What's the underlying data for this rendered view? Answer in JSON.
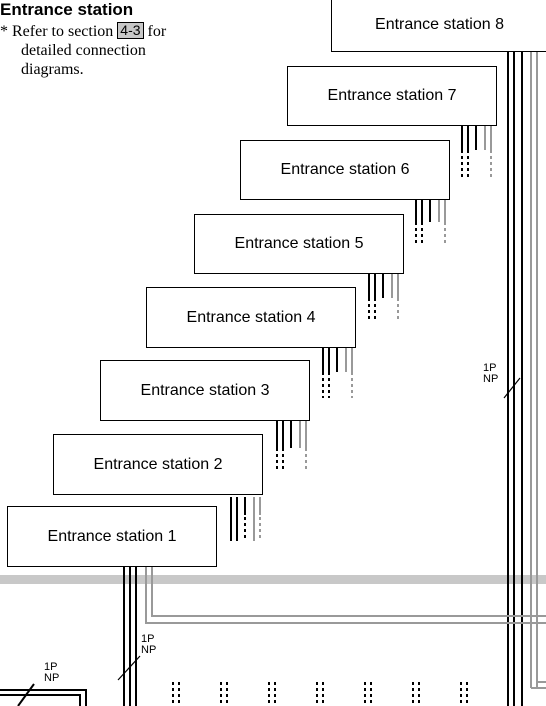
{
  "heading": "Entrance station",
  "note": {
    "bullet": "*",
    "line1_pre": "Refer to section",
    "section_ref": "4-3",
    "line1_post": "for",
    "line2": "detailed connection",
    "line3": "diagrams."
  },
  "stations": [
    {
      "label": "Entrance station 1"
    },
    {
      "label": "Entrance station 2"
    },
    {
      "label": "Entrance station 3"
    },
    {
      "label": "Entrance station 4"
    },
    {
      "label": "Entrance station 5"
    },
    {
      "label": "Entrance station 6"
    },
    {
      "label": "Entrance station 7"
    },
    {
      "label": "Entrance station 8"
    }
  ],
  "cable_markers": [
    {
      "line1": "1P",
      "line2": "NP"
    },
    {
      "line1": "1P",
      "line2": "NP"
    },
    {
      "line1": "1P",
      "line2": "NP"
    }
  ],
  "colors": {
    "line": "#000000",
    "gray_line": "#888888",
    "divider": "#c8c8c8"
  }
}
